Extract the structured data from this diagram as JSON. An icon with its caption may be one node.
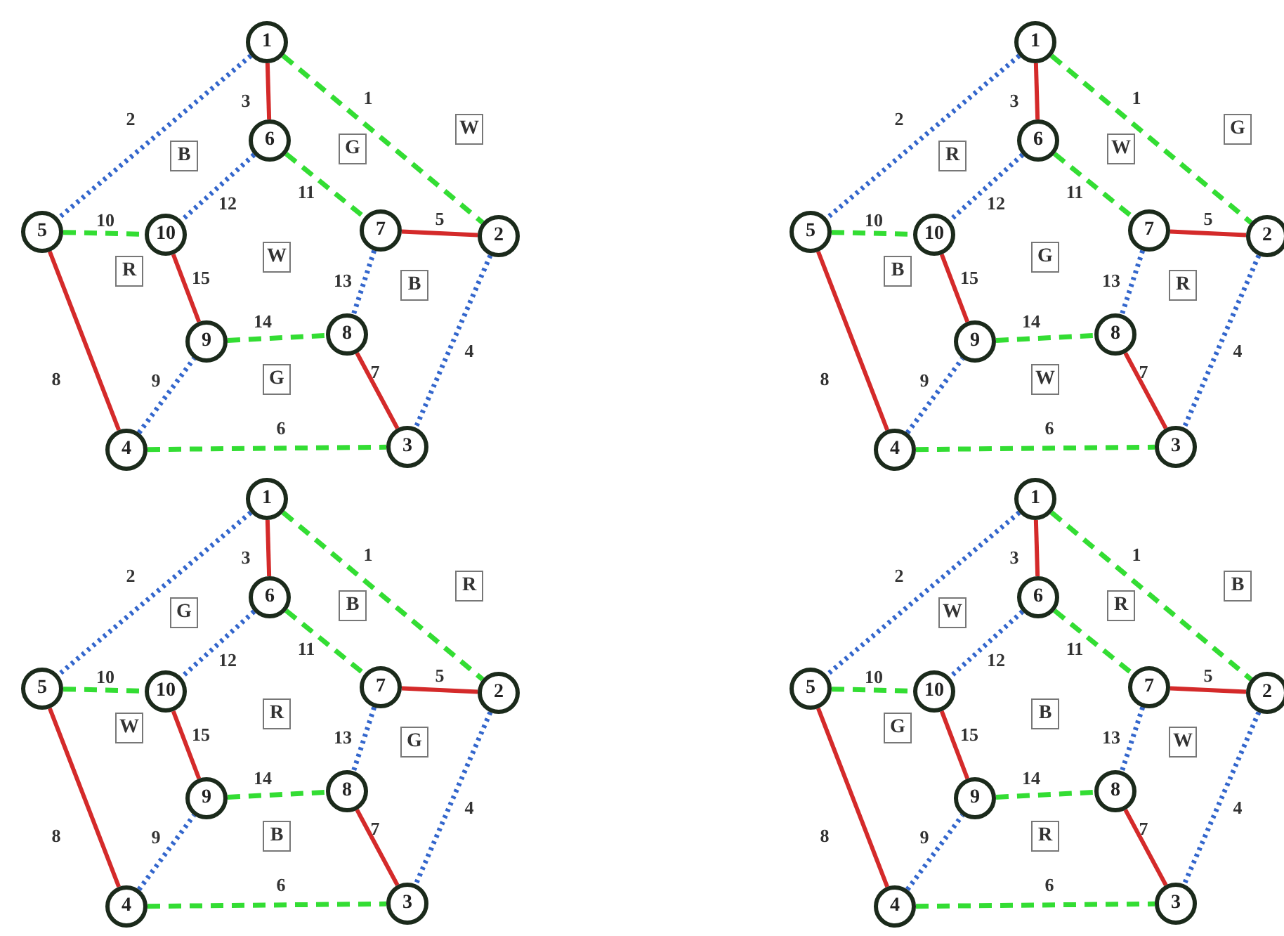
{
  "diagram": {
    "nodes": [
      {
        "text": [
          "1"
        ]
      },
      {
        "text": [
          "2"
        ]
      },
      {
        "text": [
          "3"
        ]
      },
      {
        "text": [
          "4"
        ]
      },
      {
        "text": [
          "5"
        ]
      },
      {
        "text": [
          "6"
        ]
      },
      {
        "text": [
          "7"
        ]
      },
      {
        "text": [
          "8"
        ]
      },
      {
        "text": [
          "9"
        ]
      },
      {
        "text": [
          "10"
        ]
      },
      {
        "text": [
          "B"
        ]
      },
      {
        "text": [
          "G"
        ]
      },
      {
        "text": [
          "W"
        ]
      },
      {
        "text": [
          "R"
        ]
      },
      {
        "text": [
          "W"
        ]
      },
      {
        "text": [
          "B"
        ]
      },
      {
        "text": [
          "G"
        ]
      },
      {
        "text": [
          "1"
        ]
      },
      {
        "text": [
          "2"
        ]
      },
      {
        "text": [
          "3"
        ]
      },
      {
        "text": [
          "4"
        ]
      },
      {
        "text": [
          "5"
        ]
      },
      {
        "text": [
          "6"
        ]
      },
      {
        "text": [
          "7"
        ]
      },
      {
        "text": [
          "8"
        ]
      },
      {
        "text": [
          "9"
        ]
      },
      {
        "text": [
          "10"
        ]
      },
      {
        "text": [
          "R"
        ]
      },
      {
        "text": [
          "W"
        ]
      },
      {
        "text": [
          "G"
        ]
      },
      {
        "text": [
          "B"
        ]
      },
      {
        "text": [
          "G"
        ]
      },
      {
        "text": [
          "R"
        ]
      },
      {
        "text": [
          "W"
        ]
      },
      {
        "text": [
          "1"
        ]
      },
      {
        "text": [
          "2"
        ]
      },
      {
        "text": [
          "3"
        ]
      },
      {
        "text": [
          "4"
        ]
      },
      {
        "text": [
          "5"
        ]
      },
      {
        "text": [
          "6"
        ]
      },
      {
        "text": [
          "7"
        ]
      },
      {
        "text": [
          "8"
        ]
      },
      {
        "text": [
          "9"
        ]
      },
      {
        "text": [
          "10"
        ]
      },
      {
        "text": [
          "G"
        ]
      },
      {
        "text": [
          "B"
        ]
      },
      {
        "text": [
          "R"
        ]
      },
      {
        "text": [
          "W"
        ]
      },
      {
        "text": [
          "R"
        ]
      },
      {
        "text": [
          "G"
        ]
      },
      {
        "text": [
          "B"
        ]
      },
      {
        "text": [
          "1"
        ]
      },
      {
        "text": [
          "2"
        ]
      },
      {
        "text": [
          "3"
        ]
      },
      {
        "text": [
          "4"
        ]
      },
      {
        "text": [
          "5"
        ]
      },
      {
        "text": [
          "6"
        ]
      },
      {
        "text": [
          "7"
        ]
      },
      {
        "text": [
          "8"
        ]
      },
      {
        "text": [
          "9"
        ]
      },
      {
        "text": [
          "10"
        ]
      },
      {
        "text": [
          "W"
        ]
      },
      {
        "text": [
          "R"
        ]
      },
      {
        "text": [
          "B"
        ]
      },
      {
        "text": [
          "G"
        ]
      },
      {
        "text": [
          "B"
        ]
      },
      {
        "text": [
          "W"
        ]
      },
      {
        "text": [
          "R"
        ]
      }
    ],
    "edges": [
      {
        "from": 0,
        "to": 1,
        "arrow": "none",
        "label": "1",
        "style": "dashed",
        "color": "#33dd33"
      },
      {
        "from": 0,
        "to": 4,
        "arrow": "none",
        "label": "2",
        "style": "dashed",
        "color": "#3366cc"
      },
      {
        "from": 0,
        "to": 5,
        "arrow": "none",
        "label": "3",
        "color": "#d42a2a"
      },
      {
        "from": 1,
        "to": 2,
        "arrow": "none",
        "label": "4",
        "style": "dashed",
        "color": "#3366cc"
      },
      {
        "from": 6,
        "to": 1,
        "arrow": "none",
        "label": "5",
        "color": "#d42a2a"
      },
      {
        "from": 3,
        "to": 2,
        "arrow": "none",
        "label": "6",
        "style": "dashed",
        "color": "#33dd33"
      },
      {
        "from": 7,
        "to": 2,
        "arrow": "none",
        "label": "7",
        "color": "#d42a2a"
      },
      {
        "from": 4,
        "to": 3,
        "arrow": "none",
        "label": "8",
        "color": "#d42a2a"
      },
      {
        "from": 3,
        "to": 8,
        "arrow": "none",
        "label": "9",
        "style": "dashed",
        "color": "#3366cc"
      },
      {
        "from": 4,
        "to": 9,
        "arrow": "none",
        "label": "10",
        "style": "dashed",
        "color": "#33dd33"
      },
      {
        "from": 5,
        "to": 6,
        "arrow": "none",
        "label": "11",
        "style": "dashed",
        "color": "#33dd33"
      },
      {
        "from": 5,
        "to": 9,
        "arrow": "none",
        "label": "12",
        "style": "dashed",
        "color": "#3366cc"
      },
      {
        "from": 6,
        "to": 7,
        "arrow": "none",
        "label": "13",
        "style": "dashed",
        "color": "#3366cc"
      },
      {
        "from": 8,
        "to": 7,
        "arrow": "none",
        "label": "14",
        "style": "dashed",
        "color": "#33dd33"
      },
      {
        "from": 9,
        "to": 8,
        "arrow": "none",
        "label": "15",
        "color": "#d42a2a"
      },
      {
        "from": 17,
        "to": 18,
        "arrow": "none",
        "label": "1",
        "style": "dashed",
        "color": "#33dd33"
      },
      {
        "from": 17,
        "to": 21,
        "arrow": "none",
        "label": "2",
        "style": "dashed",
        "color": "#3366cc"
      },
      {
        "from": 17,
        "to": 22,
        "arrow": "none",
        "label": "3",
        "color": "#d42a2a"
      },
      {
        "from": 18,
        "to": 19,
        "arrow": "none",
        "label": "4",
        "style": "dashed",
        "color": "#3366cc"
      },
      {
        "from": 23,
        "to": 18,
        "arrow": "none",
        "label": "5",
        "color": "#d42a2a"
      },
      {
        "from": 20,
        "to": 19,
        "arrow": "none",
        "label": "6",
        "style": "dashed",
        "color": "#33dd33"
      },
      {
        "from": 24,
        "to": 19,
        "arrow": "none",
        "label": "7",
        "color": "#d42a2a"
      },
      {
        "from": 21,
        "to": 20,
        "arrow": "none",
        "label": "8",
        "color": "#d42a2a"
      },
      {
        "from": 20,
        "to": 25,
        "arrow": "none",
        "label": "9",
        "style": "dashed",
        "color": "#3366cc"
      },
      {
        "from": 21,
        "to": 26,
        "arrow": "none",
        "label": "10",
        "style": "dashed",
        "color": "#33dd33"
      },
      {
        "from": 22,
        "to": 23,
        "arrow": "none",
        "label": "11",
        "style": "dashed",
        "color": "#33dd33"
      },
      {
        "from": 22,
        "to": 26,
        "arrow": "none",
        "label": "12",
        "style": "dashed",
        "color": "#3366cc"
      },
      {
        "from": 23,
        "to": 24,
        "arrow": "none",
        "label": "13",
        "style": "dashed",
        "color": "#3366cc"
      },
      {
        "from": 25,
        "to": 24,
        "arrow": "none",
        "label": "14",
        "style": "dashed",
        "color": "#33dd33"
      },
      {
        "from": 26,
        "to": 25,
        "arrow": "none",
        "label": "15",
        "color": "#d42a2a"
      },
      {
        "from": 34,
        "to": 35,
        "arrow": "none",
        "label": "1",
        "style": "dashed",
        "color": "#33dd33"
      },
      {
        "from": 34,
        "to": 38,
        "arrow": "none",
        "label": "2",
        "style": "dashed",
        "color": "#3366cc"
      },
      {
        "from": 34,
        "to": 39,
        "arrow": "none",
        "label": "3",
        "color": "#d42a2a"
      },
      {
        "from": 35,
        "to": 36,
        "arrow": "none",
        "label": "4",
        "style": "dashed",
        "color": "#3366cc"
      },
      {
        "from": 40,
        "to": 35,
        "arrow": "none",
        "label": "5",
        "color": "#d42a2a"
      },
      {
        "from": 37,
        "to": 36,
        "arrow": "none",
        "label": "6",
        "style": "dashed",
        "color": "#33dd33"
      },
      {
        "from": 41,
        "to": 36,
        "arrow": "none",
        "label": "7",
        "color": "#d42a2a"
      },
      {
        "from": 38,
        "to": 37,
        "arrow": "none",
        "label": "8",
        "color": "#d42a2a"
      },
      {
        "from": 37,
        "to": 42,
        "arrow": "none",
        "label": "9",
        "style": "dashed",
        "color": "#3366cc"
      },
      {
        "from": 38,
        "to": 43,
        "arrow": "none",
        "label": "10",
        "style": "dashed",
        "color": "#33dd33"
      },
      {
        "from": 39,
        "to": 40,
        "arrow": "none",
        "label": "11",
        "style": "dashed",
        "color": "#33dd33"
      },
      {
        "from": 39,
        "to": 43,
        "arrow": "none",
        "label": "12",
        "style": "dashed",
        "color": "#3366cc"
      },
      {
        "from": 40,
        "to": 41,
        "arrow": "none",
        "label": "13",
        "style": "dashed",
        "color": "#3366cc"
      },
      {
        "from": 42,
        "to": 41,
        "arrow": "none",
        "label": "14",
        "style": "dashed",
        "color": "#33dd33"
      },
      {
        "from": 43,
        "to": 42,
        "arrow": "none",
        "label": "15",
        "color": "#d42a2a"
      },
      {
        "from": 51,
        "to": 52,
        "arrow": "none",
        "label": "1",
        "style": "dashed",
        "color": "#33dd33"
      },
      {
        "from": 51,
        "to": 55,
        "arrow": "none",
        "label": "2",
        "style": "dashed",
        "color": "#3366cc"
      },
      {
        "from": 51,
        "to": 56,
        "arrow": "none",
        "label": "3",
        "color": "#d42a2a"
      },
      {
        "from": 52,
        "to": 53,
        "arrow": "none",
        "label": "4",
        "style": "dashed",
        "color": "#3366cc"
      },
      {
        "from": 57,
        "to": 52,
        "arrow": "none",
        "label": "5",
        "color": "#d42a2a"
      },
      {
        "from": 54,
        "to": 53,
        "arrow": "none",
        "label": "6",
        "style": "dashed",
        "color": "#33dd33"
      },
      {
        "from": 58,
        "to": 53,
        "arrow": "none",
        "label": "7",
        "color": "#d42a2a"
      },
      {
        "from": 55,
        "to": 54,
        "arrow": "none",
        "label": "8",
        "color": "#d42a2a"
      },
      {
        "from": 54,
        "to": 59,
        "arrow": "none",
        "label": "9",
        "style": "dashed",
        "color": "#3366cc"
      },
      {
        "from": 55,
        "to": 60,
        "arrow": "none",
        "label": "10",
        "style": "dashed",
        "color": "#33dd33"
      },
      {
        "from": 56,
        "to": 57,
        "arrow": "none",
        "label": "11",
        "style": "dashed",
        "color": "#33dd33"
      },
      {
        "from": 56,
        "to": 60,
        "arrow": "none",
        "label": "12",
        "style": "dashed",
        "color": "#3366cc"
      },
      {
        "from": 57,
        "to": 58,
        "arrow": "none",
        "label": "13",
        "style": "dashed",
        "color": "#3366cc"
      },
      {
        "from": 59,
        "to": 58,
        "arrow": "none",
        "label": "14",
        "style": "dashed",
        "color": "#33dd33"
      },
      {
        "from": 60,
        "to": 59,
        "arrow": "none",
        "label": "15",
        "color": "#d42a2a"
      }
    ]
  }
}
